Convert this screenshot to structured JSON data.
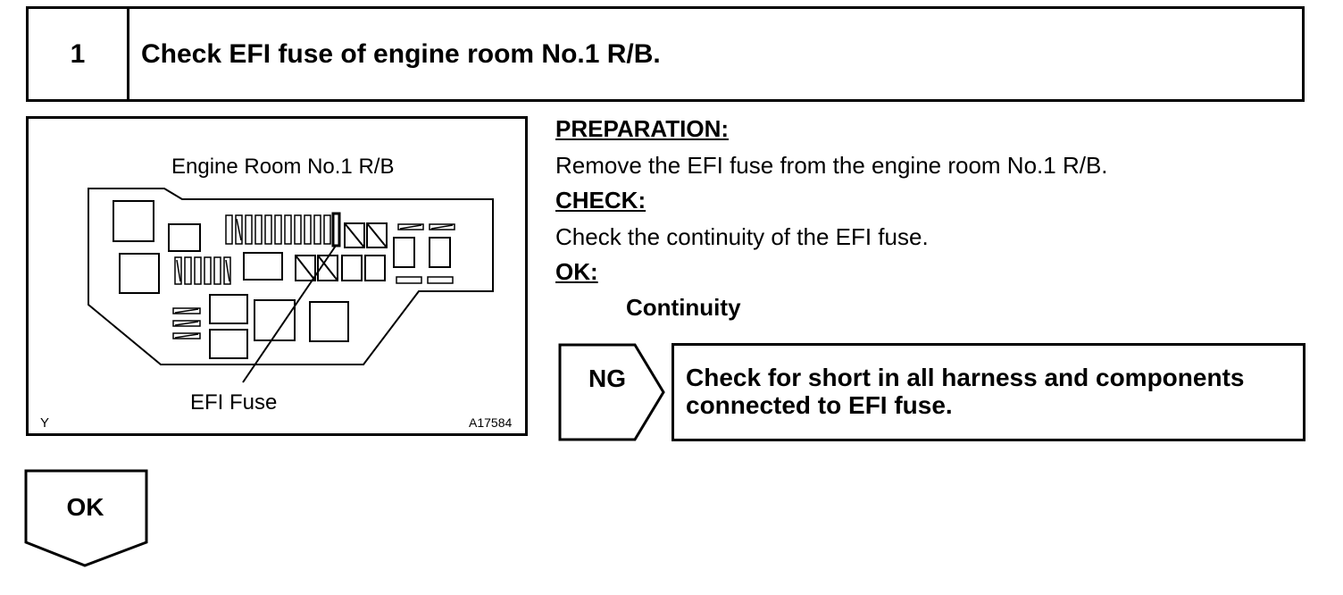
{
  "step": {
    "number": "1",
    "title": "Check EFI fuse of engine room No.1 R/B."
  },
  "figure": {
    "title": "Engine Room No.1 R/B",
    "callout": "EFI Fuse",
    "corner_mark": "Y",
    "figure_code": "A17584"
  },
  "instructions": {
    "preparation_label": "PREPARATION:",
    "preparation_text": "Remove the EFI fuse from the engine room No.1 R/B.",
    "check_label": "CHECK:",
    "check_text": "Check the continuity of the EFI fuse.",
    "ok_label": "OK:",
    "ok_result": "Continuity"
  },
  "ng_branch": {
    "label": "NG",
    "action_line1": "Check for short in all harness and components",
    "action_line2": "connected to EFI fuse."
  },
  "ok_branch": {
    "label": "OK"
  }
}
